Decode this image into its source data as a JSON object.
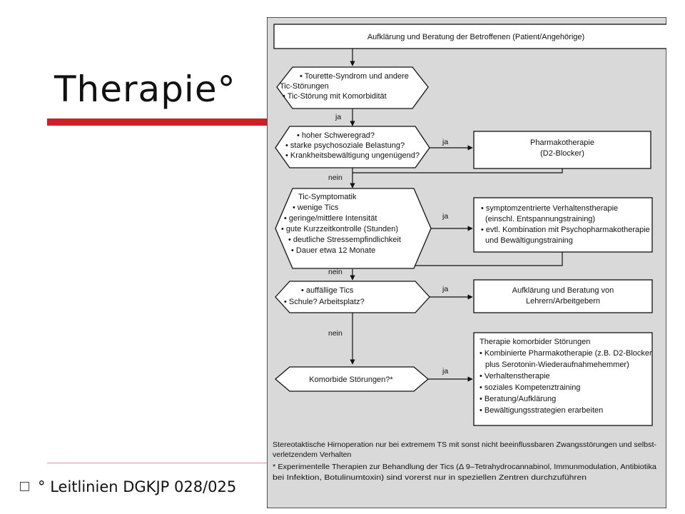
{
  "slide": {
    "title": "Therapie°",
    "footnote": "Leitlinien DGKJP 028/025",
    "accent_color": "#d01f26"
  },
  "flowchart": {
    "top_box": "Aufklärung und Beratung der Betroffenen (Patient/Angehörige)",
    "d1": [
      "• Tourette-Syndrom und andere",
      "Tic-Störungen",
      "• Tic-Störung mit Komorbidität"
    ],
    "d2": [
      "• hoher Schweregrad?",
      "• starke psychosoziale Belastung?",
      "• Krankheitsbewältigung ungenügend?"
    ],
    "d3": [
      "Tic-Symptomatik",
      "• wenige Tics",
      "• geringe/mittlere Intensität",
      "• gute Kurzzeitkontrolle (Stunden)",
      "• deutliche Stressempfindlichkeit",
      "• Dauer etwa 12 Monate"
    ],
    "d4": [
      "• auffällige Tics",
      "• Schule? Arbeitsplatz?"
    ],
    "d5": "Komorbide Störungen?*",
    "r2": [
      "Pharmakotherapie",
      "(D2-Blocker)"
    ],
    "r3": [
      "• symptomzentrierte Verhaltenstherapie",
      "(einschl. Entspannungstraining)",
      "• evtl. Kombination mit Psychopharmakotherapie",
      "und Bewältigungstraining"
    ],
    "r4": [
      "Aufklärung und Beratung von",
      "Lehrern/Arbeitgebern"
    ],
    "r5": [
      "Therapie komorbider Störungen",
      "• Kombinierte Pharmakotherapie (z.B. D2-Blocker",
      "plus Serotonin-Wiederaufnahmehemmer)",
      "• Verhaltenstherapie",
      "• soziales Kompetenztraining",
      "• Beratung/Aufklärung",
      "• Bewältigungsstrategien erarbeiten"
    ],
    "label_ja": "ja",
    "label_nein": "nein",
    "notes": [
      "Stereotaktische Hirnoperation nur bei extremem TS mit sonst nicht beeinflussbaren Zwangsstörungen und selbst-",
      "verletzendem Verhalten",
      "* Experimentelle Therapien zur Behandlung der Tics (Δ 9–Tetrahydrocannabinol, Immunmodulation, Antibiotika",
      "bei Infektion, Botulinumtoxin) sind vorerst nur in speziellen Zentren durchzuführen"
    ]
  }
}
